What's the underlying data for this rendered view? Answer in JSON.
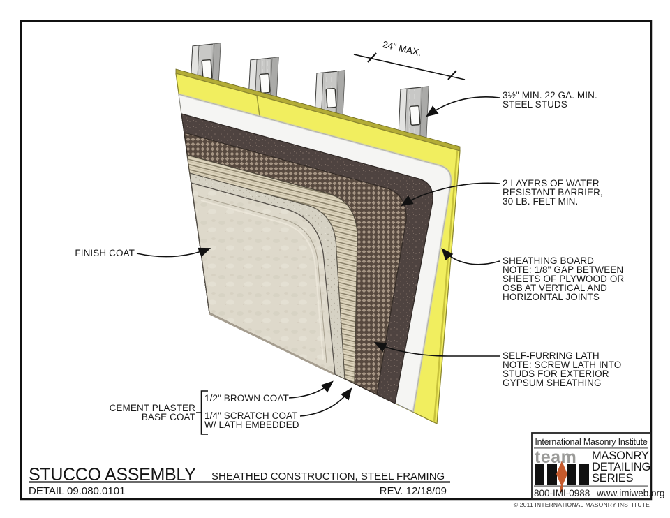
{
  "dimension": {
    "text": "24\" MAX."
  },
  "labels": {
    "studs": {
      "lines": [
        "3½\" MIN. 22 GA. MIN.",
        "STEEL STUDS"
      ]
    },
    "barrier": {
      "lines": [
        "2 LAYERS OF WATER",
        "RESISTANT BARRIER,",
        "30 LB. FELT MIN."
      ]
    },
    "sheathing": {
      "lines": [
        "SHEATHING BOARD",
        "NOTE: 1/8\" GAP BETWEEN",
        "SHEETS OF PLYWOOD OR",
        "OSB AT VERTICAL AND",
        "HORIZONTAL JOINTS"
      ]
    },
    "lath": {
      "lines": [
        "SELF-FURRING LATH",
        "NOTE: SCREW LATH INTO",
        "STUDS FOR EXTERIOR",
        "GYPSUM SHEATHING"
      ]
    },
    "finish_coat": "FINISH COAT",
    "brown_coat": "1/2\" BROWN COAT",
    "scratch_coat": {
      "lines": [
        "1/4\" SCRATCH COAT",
        "W/ LATH EMBEDDED"
      ]
    },
    "base_coat": {
      "lines": [
        "CEMENT PLASTER",
        "BASE COAT"
      ]
    }
  },
  "title_block": {
    "title": "STUCCO ASSEMBLY",
    "subtitle": "SHEATHED CONSTRUCTION, STEEL FRAMING",
    "detail": "DETAIL 09.080.0101",
    "revision": "REV. 12/18/09"
  },
  "logo": {
    "institute": "International Masonry Institute",
    "team": "team",
    "series": {
      "lines": [
        "MASONRY",
        "DETAILING",
        "SERIES"
      ]
    },
    "phone": "800-IMI-0988",
    "website": "www.imiweb.org",
    "copyright": "© 2011 INTERNATIONAL MASONRY INSTITUTE"
  },
  "colors": {
    "yellow": "#f1ee5f",
    "yellow_edge": "#b3ac36",
    "white_layer": "#f5f5f3",
    "felt": "#4e4340",
    "lath_light": "#b3a18f",
    "scratch": "#ddd4bd",
    "brown_coat": "#d6d2c4",
    "finish": "#ded9cb",
    "stud_gray": "#c8c8c6",
    "orange": "#c65a2c",
    "ink": "#111111"
  }
}
